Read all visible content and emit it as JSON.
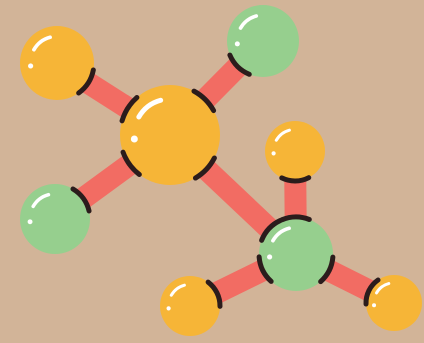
{
  "illustration": {
    "subject": "molecule",
    "colors": {
      "background": "#d2b498",
      "bond": "#f26c63",
      "bond_cap": "#2b1c1c",
      "atom_yellow": "#f6b537",
      "atom_green": "#96cf8e",
      "highlight": "#ffffff"
    },
    "atoms": [
      {
        "id": "top-left",
        "color": "yellow"
      },
      {
        "id": "top-right",
        "color": "green"
      },
      {
        "id": "center",
        "color": "yellow"
      },
      {
        "id": "left",
        "color": "green"
      },
      {
        "id": "upper-right",
        "color": "yellow"
      },
      {
        "id": "lower-center",
        "color": "green"
      },
      {
        "id": "bottom-left",
        "color": "yellow"
      },
      {
        "id": "bottom-right",
        "color": "yellow"
      }
    ],
    "bonds": [
      {
        "from": "center",
        "to": "top-left"
      },
      {
        "from": "center",
        "to": "top-right"
      },
      {
        "from": "center",
        "to": "left"
      },
      {
        "from": "center",
        "to": "lower-center"
      },
      {
        "from": "lower-center",
        "to": "upper-right"
      },
      {
        "from": "lower-center",
        "to": "bottom-left"
      },
      {
        "from": "lower-center",
        "to": "bottom-right"
      }
    ]
  }
}
